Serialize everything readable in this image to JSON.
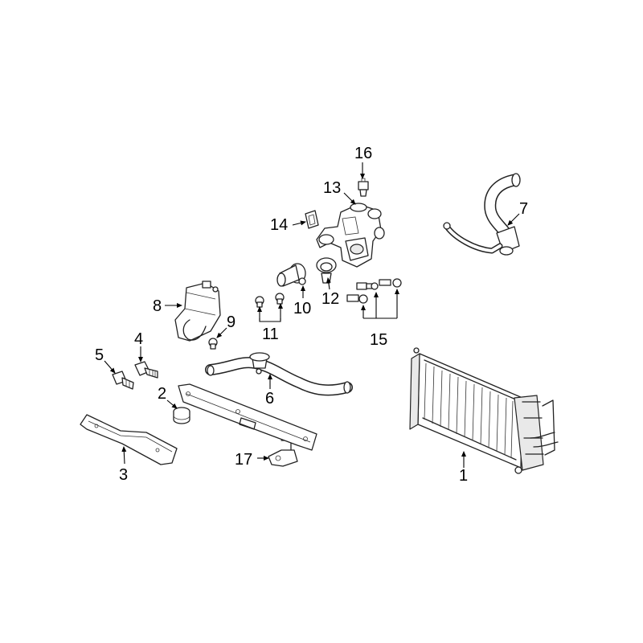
{
  "callouts": [
    "1",
    "2",
    "3",
    "4",
    "5",
    "6",
    "7",
    "8",
    "9",
    "10",
    "11",
    "12",
    "13",
    "14",
    "15",
    "16",
    "17"
  ],
  "colors": {
    "line": "#222222",
    "background": "#ffffff",
    "shade": "#e9e9e9"
  }
}
